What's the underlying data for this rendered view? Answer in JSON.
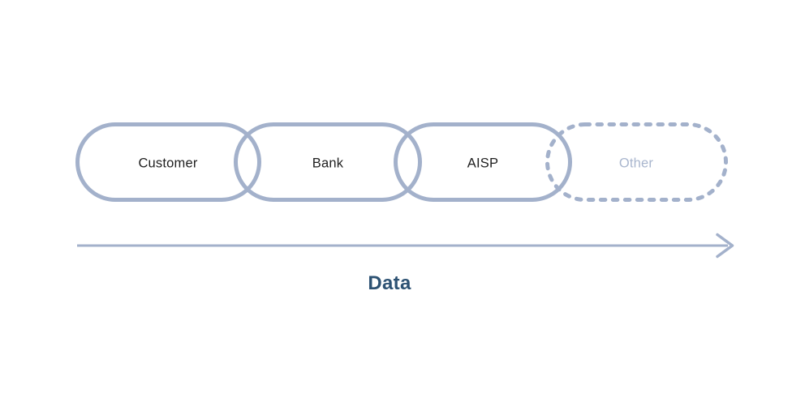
{
  "colors": {
    "stroke": "#A3B1CB",
    "node_text": "#1F1F1F",
    "muted_text": "#A9B6CE",
    "title_text": "#2D5273",
    "background": "#FFFFFF"
  },
  "diagram": {
    "type": "chain-flow",
    "nodes": [
      {
        "label": "Customer",
        "style": "solid"
      },
      {
        "label": "Bank",
        "style": "solid"
      },
      {
        "label": "AISP",
        "style": "solid"
      },
      {
        "label": "Other",
        "style": "dotted"
      }
    ],
    "arrow": {
      "direction": "right"
    },
    "flow_label": "Data"
  }
}
